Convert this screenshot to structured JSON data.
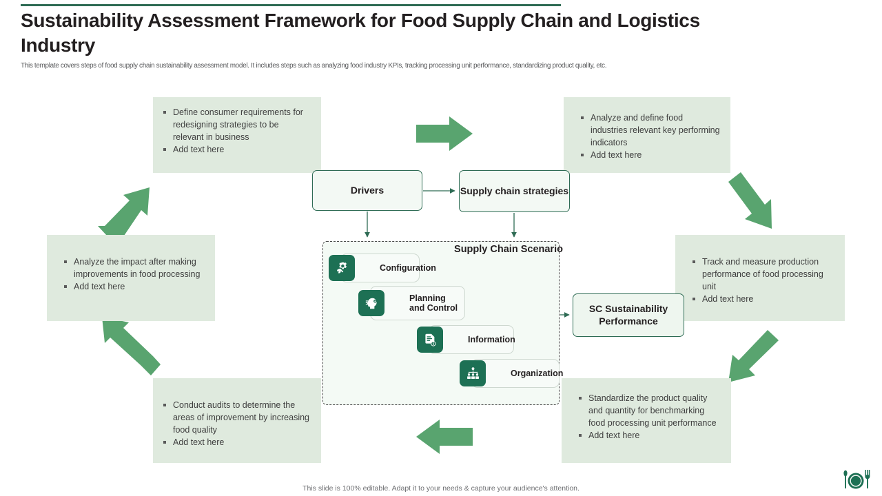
{
  "header": {
    "title": "Sustainability Assessment Framework for Food Supply Chain and Logistics Industry",
    "subtitle": "This template covers steps of food supply chain sustainability assessment model. It includes steps such as analyzing food industry KPIs, tracking processing unit performance, standardizing product quality, etc.",
    "rule_color": "#2e6b54"
  },
  "colors": {
    "box_fill": "#dfeade",
    "arrow_green": "#59a46f",
    "accent_dark_green": "#1d7054",
    "flow_border": "#2e6b54",
    "text_dark": "#231f20",
    "text_muted": "#58595b"
  },
  "info_boxes": [
    {
      "id": "box-tl",
      "position": "top-left",
      "bullets": [
        "Define consumer requirements for redesigning strategies to be relevant in business",
        "Add text here"
      ]
    },
    {
      "id": "box-tr",
      "position": "top-right",
      "bullets": [
        "Analyze and define food industries relevant key performing indicators",
        "Add text here"
      ]
    },
    {
      "id": "box-ml",
      "position": "middle-left",
      "bullets": [
        "Analyze the impact after making improvements in food processing",
        "Add text here"
      ]
    },
    {
      "id": "box-mr",
      "position": "middle-right",
      "bullets": [
        "Track and measure production performance of food processing unit",
        "Add text here"
      ]
    },
    {
      "id": "box-bl",
      "position": "bottom-left",
      "bullets": [
        "Conduct audits to determine the areas of improvement by increasing food quality",
        "Add text here"
      ]
    },
    {
      "id": "box-br",
      "position": "bottom-right",
      "bullets": [
        "Standardize the product quality and quantity for benchmarking food processing unit performance",
        "Add text here"
      ]
    }
  ],
  "flow": {
    "drivers": "Drivers",
    "strategies": "Supply chain strategies",
    "scenario_title": "Supply Chain Scenario",
    "performance": "SC Sustainability Performance"
  },
  "steps": [
    {
      "label": "Configuration",
      "icon": "gear-wrench-icon"
    },
    {
      "label": "Planning and Control",
      "icon": "head-gear-icon"
    },
    {
      "label": "Information",
      "icon": "document-info-icon"
    },
    {
      "label": "Organization",
      "icon": "org-chart-icon"
    }
  ],
  "arrows": [
    {
      "name": "arrow-top-center",
      "direction": "right"
    },
    {
      "name": "arrow-top-right",
      "direction": "down-right"
    },
    {
      "name": "arrow-bottom-right",
      "direction": "down-left"
    },
    {
      "name": "arrow-bottom-center",
      "direction": "left"
    },
    {
      "name": "arrow-bottom-left",
      "direction": "up-left"
    },
    {
      "name": "arrow-top-left",
      "direction": "up-right"
    }
  ],
  "footer": {
    "note": "This slide is 100% editable. Adapt it to your needs & capture your audience's attention.",
    "logo": "plate-cutlery-icon"
  }
}
